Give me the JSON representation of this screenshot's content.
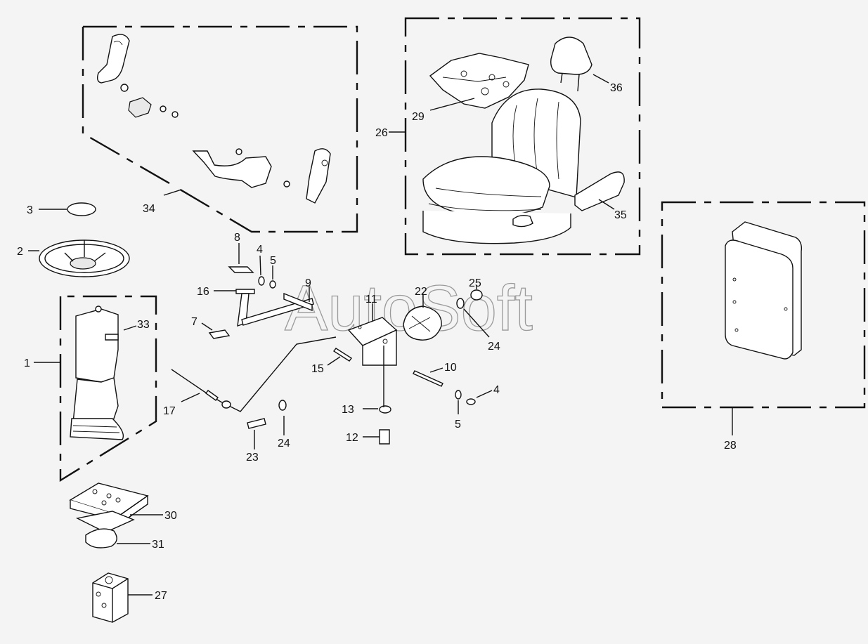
{
  "watermark": "AutoSoft",
  "callouts": {
    "c1": "1",
    "c2": "2",
    "c3": "3",
    "c4a": "4",
    "c4b": "4",
    "c5a": "5",
    "c5b": "5",
    "c7": "7",
    "c8": "8",
    "c9": "9",
    "c10": "10",
    "c11": "11",
    "c12": "12",
    "c13": "13",
    "c15": "15",
    "c16": "16",
    "c17": "17",
    "c22": "22",
    "c23": "23",
    "c24a": "24",
    "c24b": "24",
    "c25": "25",
    "c26": "26",
    "c27": "27",
    "c28": "28",
    "c29": "29",
    "c30": "30",
    "c31": "31",
    "c33": "33",
    "c34": "34",
    "c35": "35",
    "c36": "36"
  }
}
